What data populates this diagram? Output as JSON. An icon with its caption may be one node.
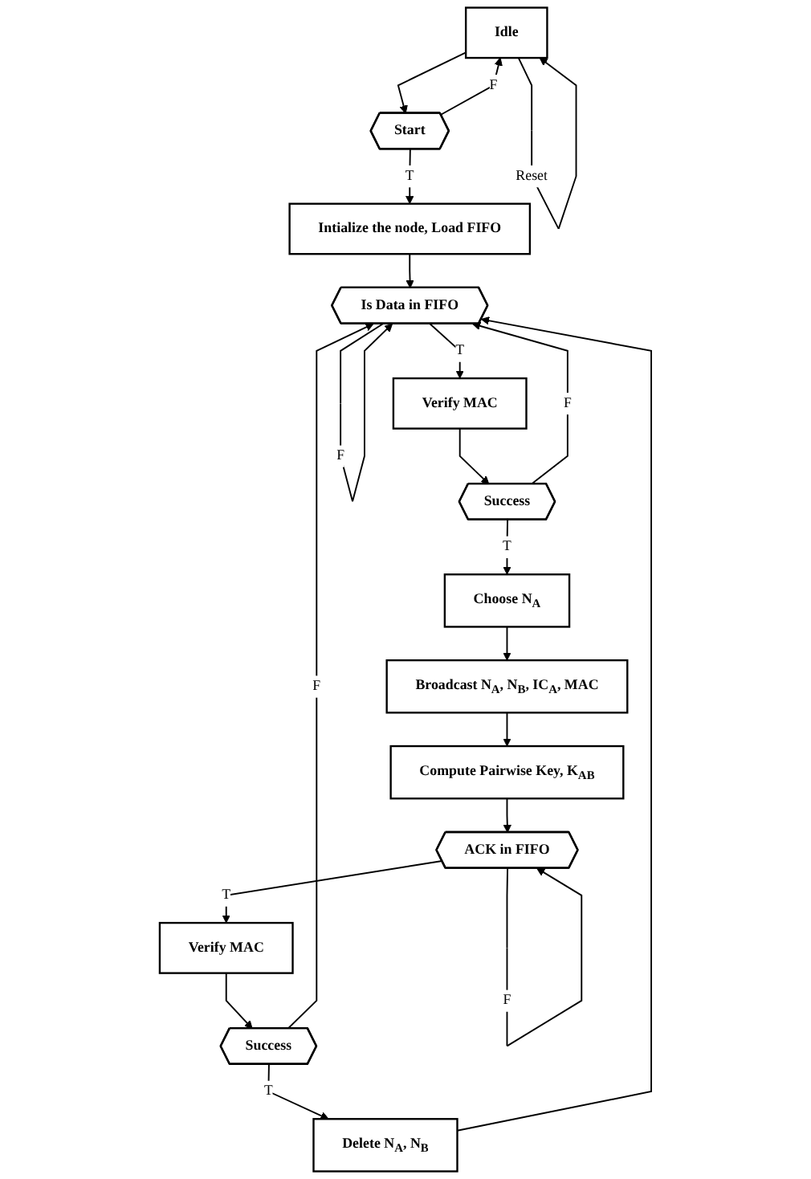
{
  "diagram": {
    "nodes": [
      {
        "text": [
          "Idle"
        ]
      },
      {
        "text": [
          "Start"
        ]
      },
      {
        "text": [
          "Intialize the node, Load FIFO"
        ]
      },
      {
        "text": [
          "Is Data in FIFO"
        ]
      },
      {
        "text": [
          "Verify MAC"
        ]
      },
      {
        "text": [
          "Success"
        ]
      },
      {
        "text": [
          "Choose N$_{A}$"
        ]
      },
      {
        "text": [
          "Broadcast N$_{A}$, N$_{B}$, IC$_{A}$, MAC"
        ]
      },
      {
        "text": [
          "Compute Pairwise Key, K$_{AB}$"
        ]
      },
      {
        "text": [
          "ACK in FIFO"
        ]
      },
      {
        "text": [
          "Verify MAC"
        ]
      },
      {
        "text": [
          "Success"
        ]
      },
      {
        "text": [
          "Delete N$_{A}$, N$_{B}$"
        ]
      }
    ],
    "edges": [
      {
        "from": 0,
        "to": 0,
        "arrow": "to",
        "label": "Reset"
      },
      {
        "from": 0,
        "to": 1,
        "arrow": "to"
      },
      {
        "from": 1,
        "to": 0,
        "arrow": "to",
        "label": "F"
      },
      {
        "from": 1,
        "to": 2,
        "arrow": "to",
        "label": "T"
      },
      {
        "from": 2,
        "to": 3,
        "arrow": "to"
      },
      {
        "from": 3,
        "to": 3,
        "arrow": "to",
        "label": "F"
      },
      {
        "from": 3,
        "to": 4,
        "arrow": "to",
        "label": "T"
      },
      {
        "from": 4,
        "to": 5,
        "arrow": "to"
      },
      {
        "from": 5,
        "to": 6,
        "arrow": "to",
        "label": "T"
      },
      {
        "from": 5,
        "to": 3,
        "arrow": "to",
        "label": "F"
      },
      {
        "from": 6,
        "to": 7,
        "arrow": "to"
      },
      {
        "from": 7,
        "to": 8,
        "arrow": "to"
      },
      {
        "from": 8,
        "to": 9,
        "arrow": "to"
      },
      {
        "from": 9,
        "to": 9,
        "arrow": "to",
        "label": "F"
      },
      {
        "from": 9,
        "to": 10,
        "arrow": "to",
        "label": "T"
      },
      {
        "from": 10,
        "to": 11,
        "arrow": "to"
      },
      {
        "from": 11,
        "to": 3,
        "arrow": "to",
        "label": "F"
      },
      {
        "from": 11,
        "to": 12,
        "arrow": "to",
        "label": "T"
      },
      {
        "from": 12,
        "to": 3,
        "arrow": "to"
      }
    ]
  }
}
